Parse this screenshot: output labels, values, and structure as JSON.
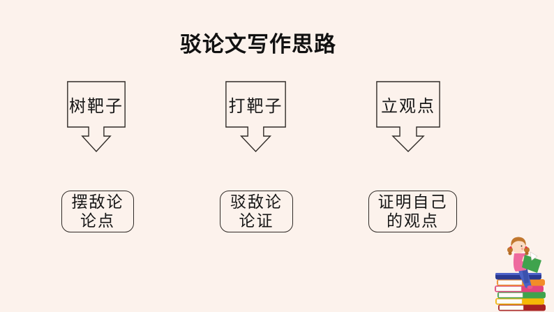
{
  "slide": {
    "title": "驳论文写作思路",
    "columns": [
      {
        "step": "树靶子",
        "result": [
          "摆敌论",
          "论点"
        ]
      },
      {
        "step": "打靶子",
        "result": [
          "驳敌论",
          "论证"
        ]
      },
      {
        "step": "立观点",
        "result": [
          "证明自己",
          "的观点"
        ]
      }
    ],
    "decoration": "girl-reading-on-book-stack",
    "colors": {
      "background": "#fcf2ec",
      "outline": "#2f2a26",
      "text": "#161616"
    }
  }
}
